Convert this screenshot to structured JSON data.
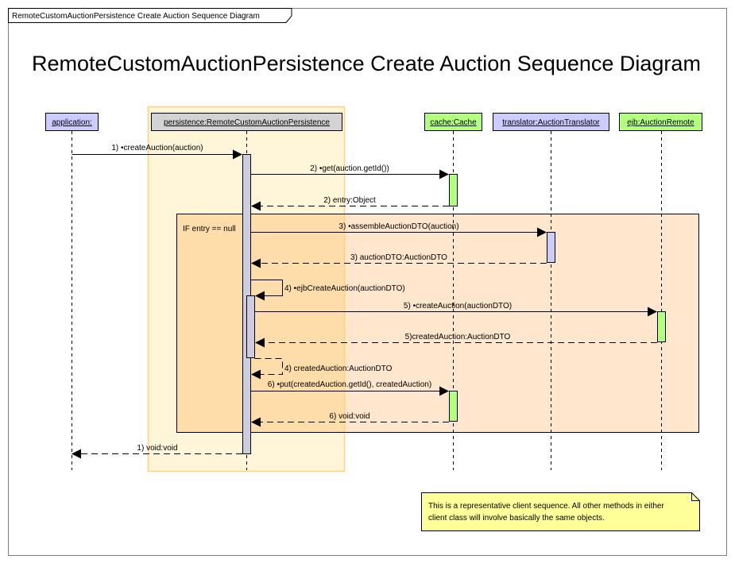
{
  "frame_tab": "RemoteCustomAuctionPersistence Create Auction Sequence Diagram",
  "title": "RemoteCustomAuctionPersistence Create Auction Sequence Diagram",
  "lifelines": [
    {
      "id": "application",
      "label": "application:",
      "color": "#ccccff"
    },
    {
      "id": "persistence",
      "label": "persistence:RemoteCustomAuctionPersistence",
      "color": "#d3d3d3"
    },
    {
      "id": "cache",
      "label": "cache:Cache",
      "color": "#b3ff80"
    },
    {
      "id": "translator",
      "label": "translator:AuctionTranslator",
      "color": "#ccccff"
    },
    {
      "id": "ejb",
      "label": "ejb:AuctionRemote",
      "color": "#b3ff80"
    }
  ],
  "fragment": {
    "guard": "IF entry == null"
  },
  "messages": [
    {
      "label": "1) •createAuction(auction)"
    },
    {
      "label": "2) •get(auction.getId())"
    },
    {
      "label": "2) entry:Object"
    },
    {
      "label": "3) •assembleAuctionDTO(auction)"
    },
    {
      "label": "3) auctionDTO:AuctionDTO"
    },
    {
      "label": "4) •ejbCreateAuction(auctionDTO)"
    },
    {
      "label": "5) •createAuction(auctionDTO)"
    },
    {
      "label": "5)createdAuction:AuctionDTO"
    },
    {
      "label": "4) createdAuction:AuctionDTO"
    },
    {
      "label": "6) •put(createdAuction.getId(), createdAuction)"
    },
    {
      "label": "6) void:void"
    },
    {
      "label": "1) void:void"
    }
  ],
  "note": {
    "lines": [
      "This is a representative client sequence. All other methods in either",
      "client class will involve basically the same objects."
    ]
  },
  "colors": {
    "highlight_fill": "#fff5d9",
    "highlight_border": "#ffd27a",
    "fragment_fill": "#ffe6cc",
    "fragment_left_fill": "#ffddaa",
    "note_fill": "#ffff99",
    "activation_gray": "#cdcde0",
    "activation_green": "#b3ff80",
    "activation_blue": "#ccccff"
  }
}
